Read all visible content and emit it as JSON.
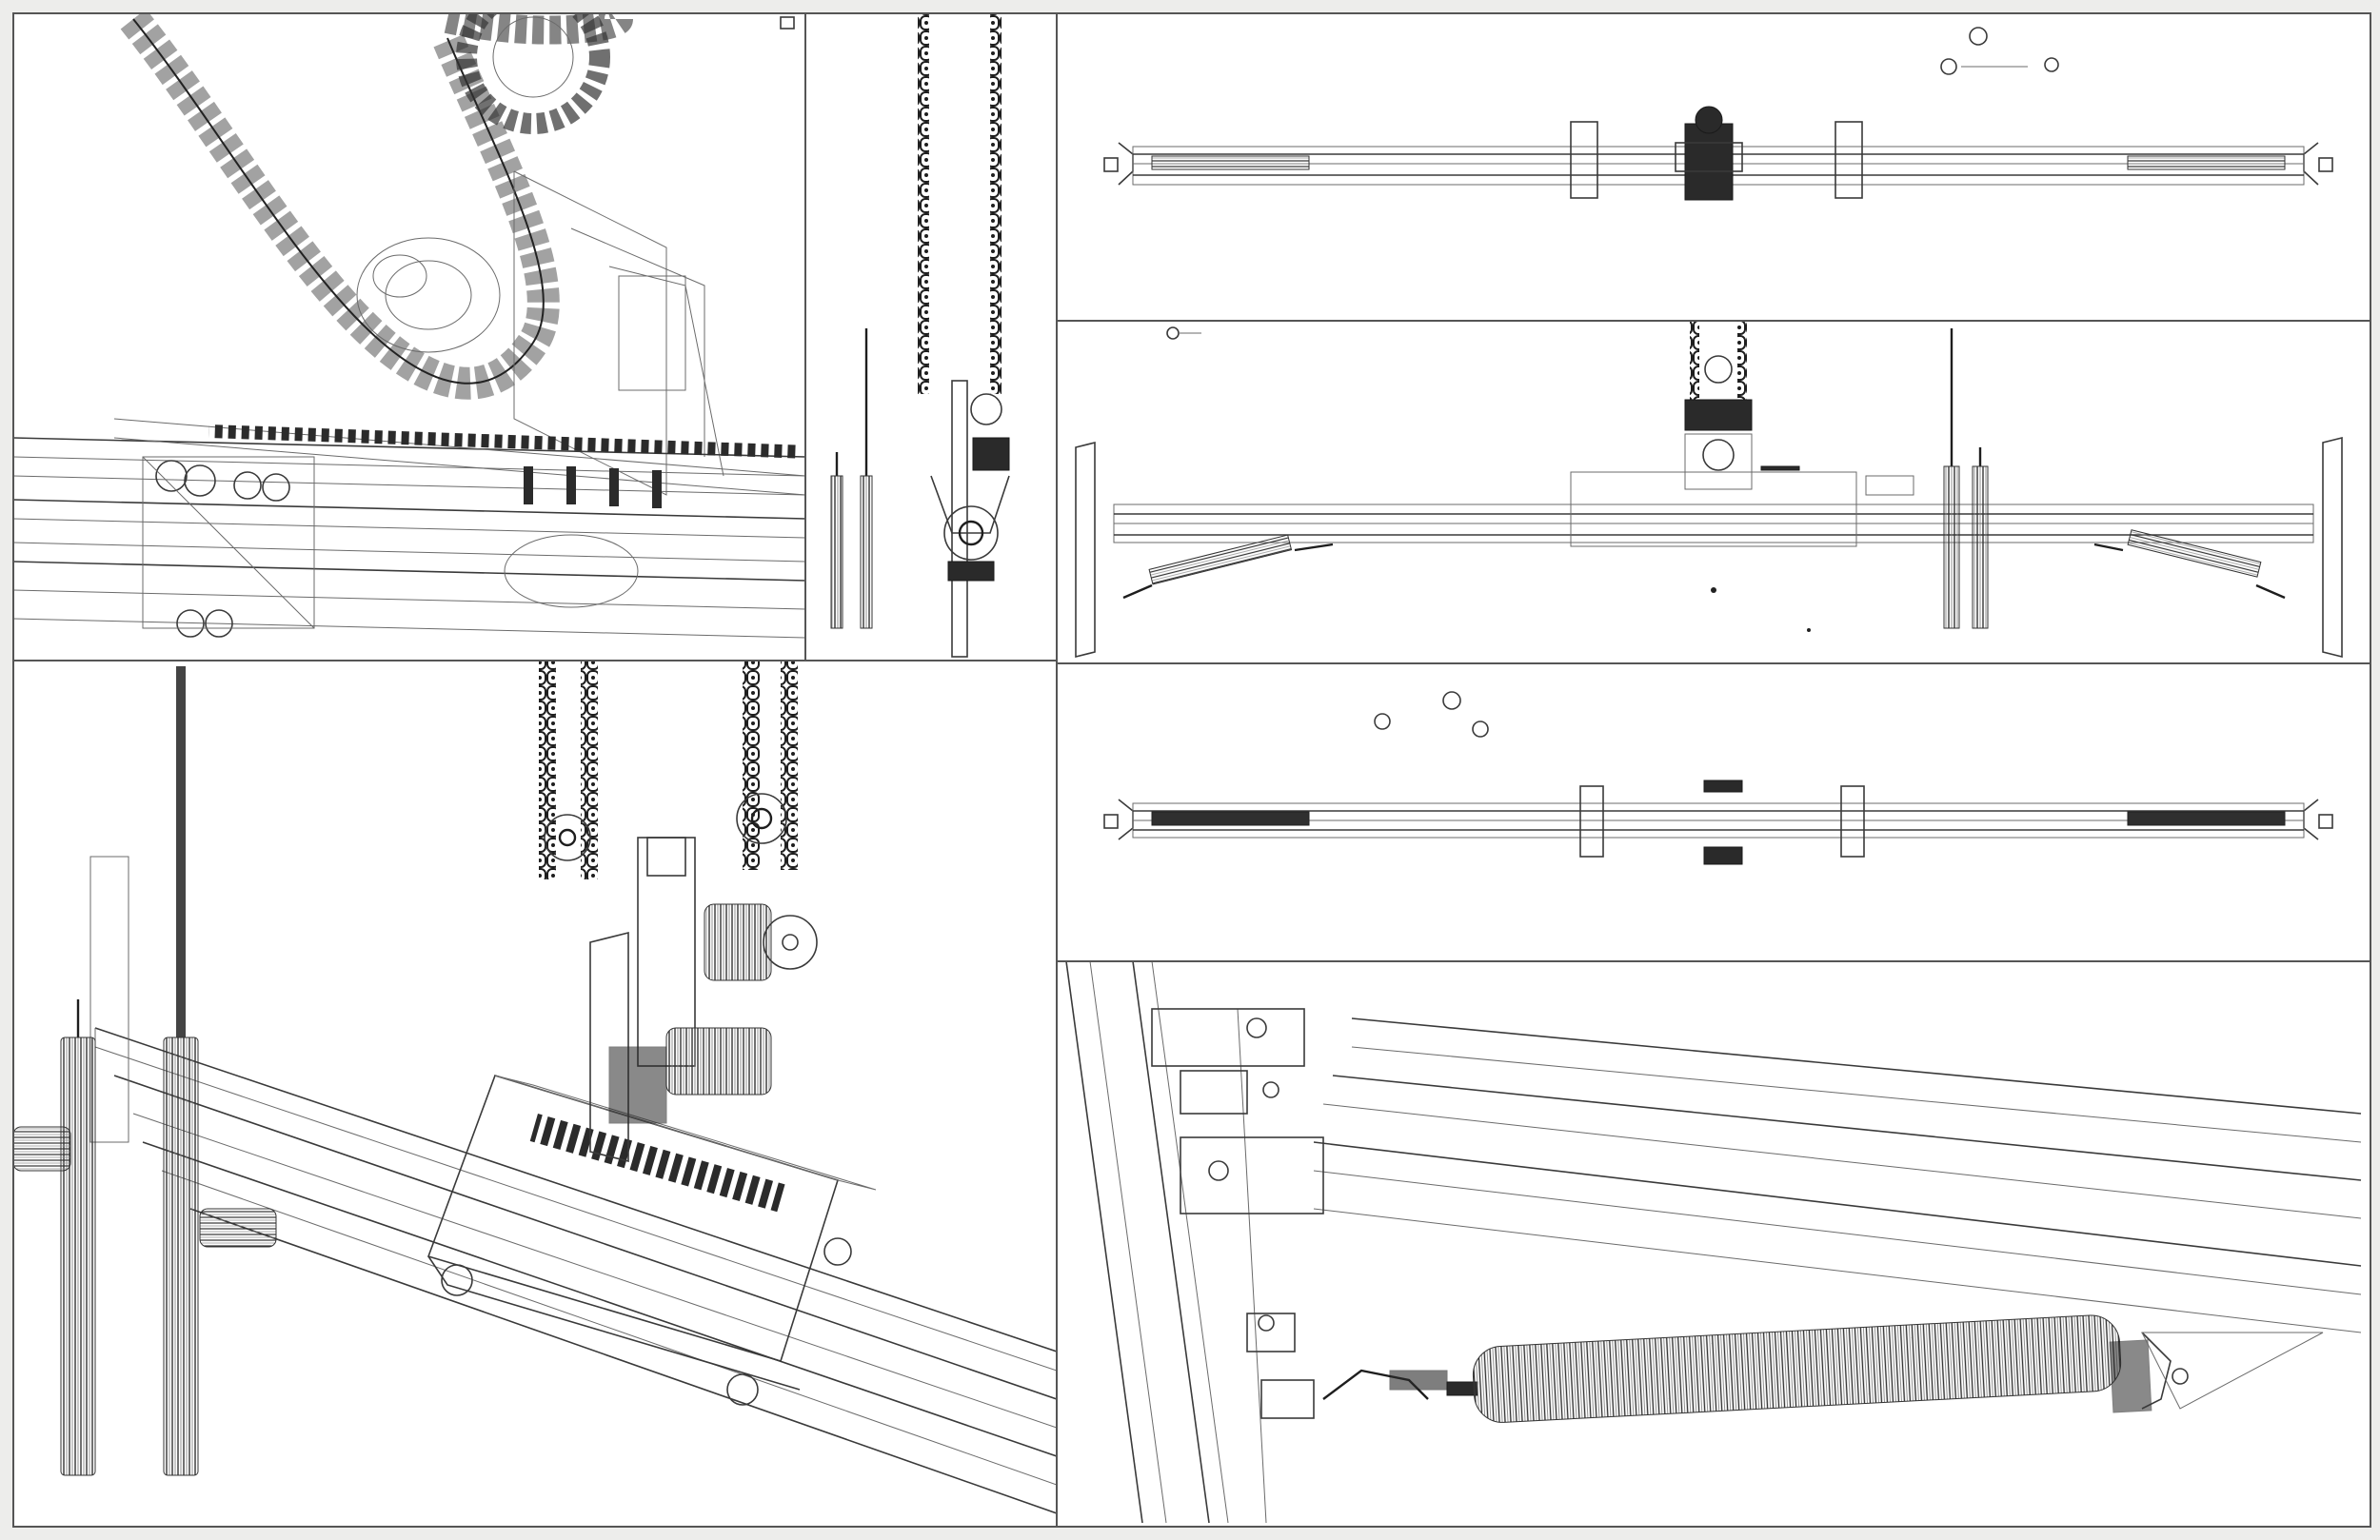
{
  "sheet": {
    "background": "#ededeb",
    "panel_fill": "#ffffff",
    "stroke_color": "#3a3a3a",
    "dark_fill": "#2a2a2a"
  },
  "panels": [
    {
      "id": "chain-rack-perspective",
      "icon": "wireframe-chain-sprocket-rack"
    },
    {
      "id": "chain-strut-elevation",
      "icon": "chain-strut-side-view"
    },
    {
      "id": "top-view-a",
      "icon": "rail-plan-view"
    },
    {
      "id": "front-elevation",
      "icon": "rail-elevation-with-struts"
    },
    {
      "id": "top-view-b",
      "icon": "rail-plan-view"
    },
    {
      "id": "carriage-perspective",
      "icon": "carriage-on-rails-3d"
    },
    {
      "id": "strut-mount-detail",
      "icon": "gas-strut-bracket-detail"
    }
  ]
}
